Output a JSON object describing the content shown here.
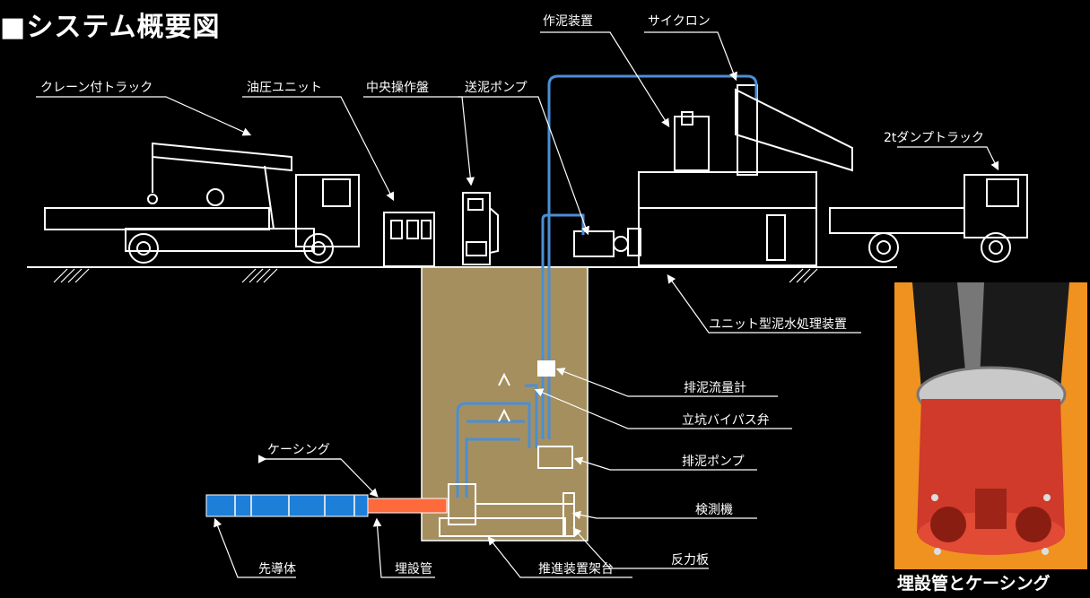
{
  "title": "■システム概要図",
  "labels": {
    "crane_truck": "クレーン付トラック",
    "hydraulic_unit": "油圧ユニット",
    "central_panel": "中央操作盤",
    "feed_pump": "送泥ポンプ",
    "mud_device": "作泥装置",
    "cyclone": "サイクロン",
    "dump_truck": "2tダンプトラック",
    "unit_treatment": "ユニット型泥水処理装置",
    "flow_meter": "排泥流量計",
    "bypass_valve": "立坑バイパス弁",
    "discharge_pump": "排泥ポンプ",
    "casing": "ケーシング",
    "detector": "検測機",
    "pilot_head": "先導体",
    "buried_pipe": "埋設管",
    "thrust_frame": "推進装置架台",
    "reaction_plate": "反力板"
  },
  "photo_caption": "埋設管とケーシング",
  "colors": {
    "pipe_blue": "#4a8fd6",
    "shaft": "#a58f5e",
    "casing": "#ff6a3d",
    "pilot": "#1e7fd9",
    "photo_bg": "#f0921f"
  }
}
